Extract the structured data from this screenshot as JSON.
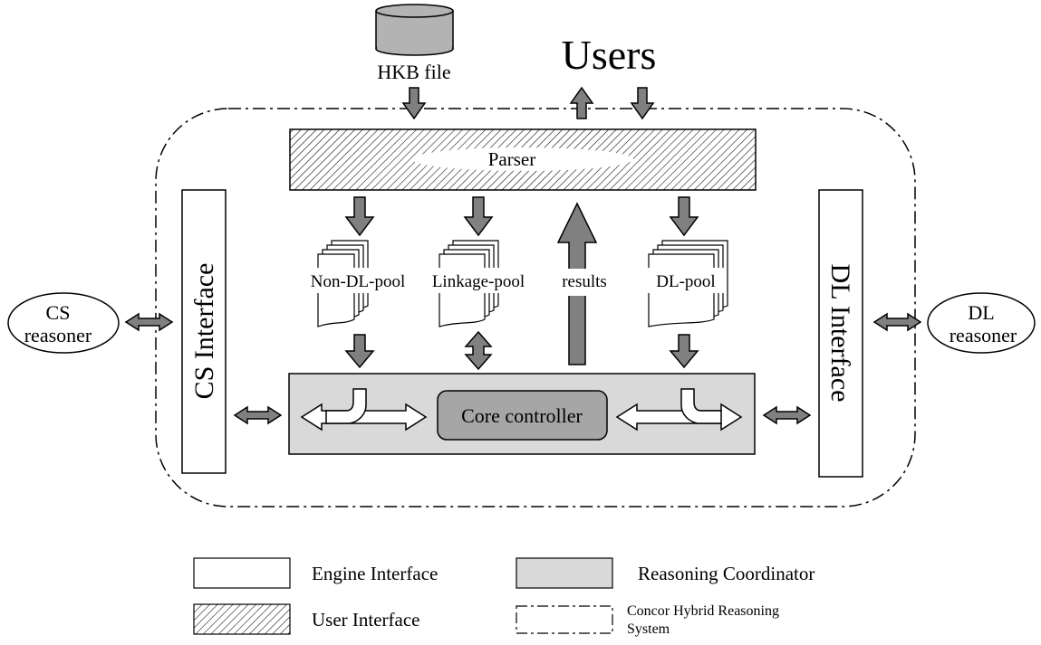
{
  "top": {
    "hkb_label": "HKB file",
    "users_label": "Users"
  },
  "parser": {
    "label": "Parser"
  },
  "pools": {
    "non_dl": "Non-DL-pool",
    "linkage": "Linkage-pool",
    "results": "results",
    "dl": "DL-pool"
  },
  "core": {
    "label": "Core controller"
  },
  "cs_interface": {
    "label": "CS Interface"
  },
  "dl_interface": {
    "label": "DL Interface"
  },
  "cs_reasoner": {
    "line1": "CS",
    "line2": "reasoner"
  },
  "dl_reasoner": {
    "line1": "DL",
    "line2": "reasoner"
  },
  "legend": {
    "engine_interface": "Engine Interface",
    "reasoning_coordinator": "Reasoning Coordinator",
    "user_interface": "User Interface",
    "hybrid_line1": "Concor Hybrid Reasoning",
    "hybrid_line2": "System"
  },
  "colors": {
    "arrow_fill": "#808080",
    "coordinator_fill": "#d9d9d9",
    "core_fill": "#a6a6a6",
    "database_fill": "#b3b3b3"
  }
}
